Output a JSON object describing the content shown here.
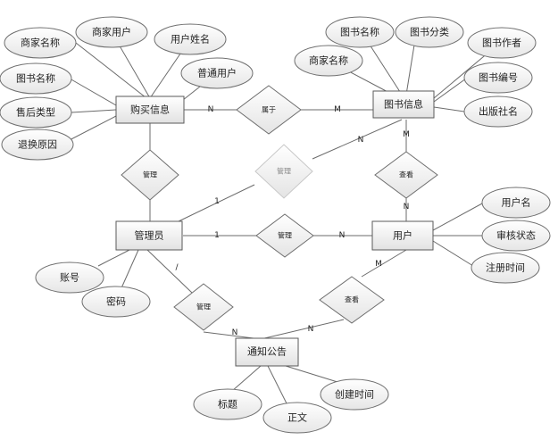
{
  "entities": {
    "purchase": "购买信息",
    "book": "图书信息",
    "admin": "管理员",
    "user": "用户",
    "notice": "通知公告"
  },
  "relationships": {
    "belongs": "属于",
    "admin_purchase": "管理",
    "admin_book": "管理",
    "admin_user": "管理",
    "admin_notice": "管理",
    "user_book": "查看",
    "user_notice": "查看"
  },
  "attributes": {
    "purchase": [
      "商家名称",
      "商家用户",
      "用户姓名",
      "普通用户",
      "图书名称",
      "售后类型",
      "退换原因"
    ],
    "book": [
      "图书名称",
      "图书分类",
      "商家名称",
      "图书作者",
      "图书编号",
      "出版社名"
    ],
    "user": [
      "用户名",
      "审核状态",
      "注册时间"
    ],
    "admin": [
      "账号",
      "密码"
    ],
    "notice": [
      "标题",
      "正文",
      "创建时间"
    ]
  },
  "cardinalities": {
    "purchase_belongs": "N",
    "belongs_book": "M",
    "admin_to_book": "1",
    "book_from_admin": "N",
    "book_to_userview": "M",
    "userview_to_user": "N",
    "admin_to_user": "1",
    "admin_user_to_user": "N",
    "admin_to_notice": "/",
    "notice_from_admin": "N",
    "notice_from_user": "N",
    "user_to_notice": "M"
  }
}
